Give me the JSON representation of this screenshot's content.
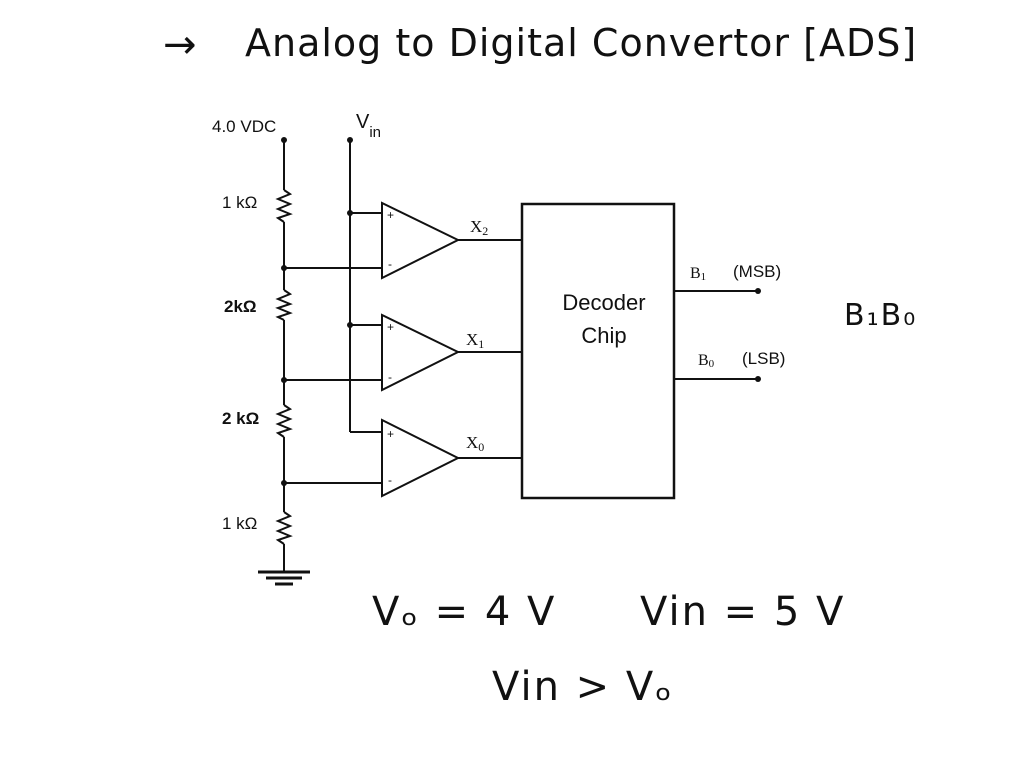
{
  "notes": {
    "title_arrow": "→",
    "title": "Analog to Digital Convertor [ADS]",
    "right_note": "B₁B₀",
    "eq_vf": "Vₒ = 4 V",
    "eq_vin": "Vin = 5 V",
    "eq_compare": "Vin > Vₒ"
  },
  "circuit": {
    "supply_label": "4.0 VDC",
    "vin_label_main": "V",
    "vin_label_sub": "in",
    "resistors": [
      "1 kΩ",
      "2kΩ",
      "2 kΩ",
      "1 kΩ"
    ],
    "comparator_plus": "+",
    "comparator_minus": "-",
    "outputs": [
      {
        "main": "X",
        "sub": "2"
      },
      {
        "main": "X",
        "sub": "1"
      },
      {
        "main": "X",
        "sub": "0"
      }
    ],
    "decoder_line1": "Decoder",
    "decoder_line2": "Chip",
    "bits": [
      {
        "main": "B",
        "sub": "1",
        "tag": "(MSB)"
      },
      {
        "main": "B",
        "sub": "0",
        "tag": "(LSB)"
      }
    ]
  }
}
